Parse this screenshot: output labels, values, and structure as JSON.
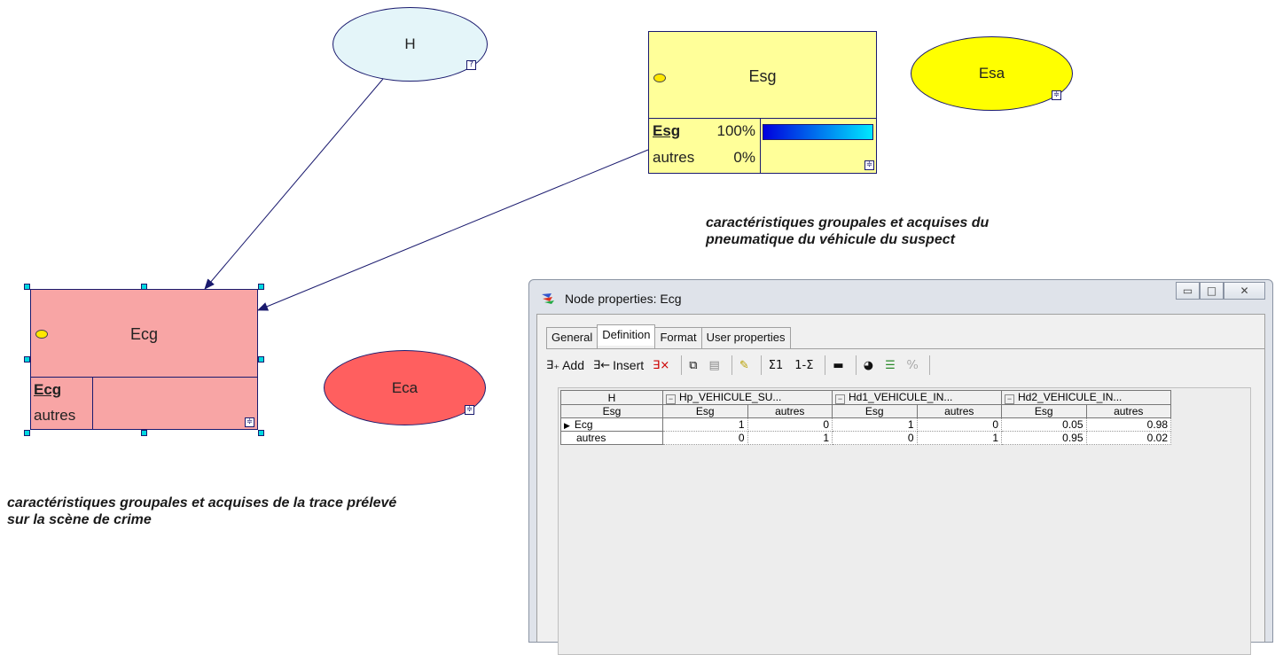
{
  "graph": {
    "nodes": {
      "H": {
        "label": "H",
        "icon": "?"
      },
      "Esg": {
        "label": "Esg",
        "states": [
          {
            "name": "Esg",
            "pct": "100%",
            "prob": 1.0
          },
          {
            "name": "autres",
            "pct": "0%",
            "prob": 0.0
          }
        ]
      },
      "Esa": {
        "label": "Esa"
      },
      "Ecg": {
        "label": "Ecg",
        "states": [
          "Ecg",
          "autres"
        ]
      },
      "Eca": {
        "label": "Eca"
      }
    },
    "colors": {
      "H": "#e4f5f9",
      "Esg": "#ffff99",
      "Esa": "#ffff00",
      "Ecg": "#f8a5a5",
      "Eca": "#ff5f5f",
      "edge": "#1a1a6e"
    },
    "captions": {
      "suspect": "caractéristiques groupales et acquises du pneumatique du véhicule du suspect",
      "suspect_line1": "caractéristiques groupales et acquises du",
      "suspect_line2": "pneumatique du véhicule du suspect",
      "trace_line1": "caractéristiques groupales et acquises de la trace prélevé",
      "trace_line2": "sur la scène de crime"
    }
  },
  "dialog": {
    "title": "Node properties: Ecg",
    "tabs": [
      "General",
      "Definition",
      "Format",
      "User properties"
    ],
    "active_tab": "Definition",
    "toolbar": {
      "add": "Add",
      "insert": "Insert"
    },
    "table": {
      "parent1_label": "H",
      "parent2_label": "Esg",
      "groups": [
        "Hp_VEHICULE_SU...",
        "Hd1_VEHICULE_IN...",
        "Hd2_VEHICULE_IN..."
      ],
      "subheaders": [
        "Esg",
        "autres",
        "Esg",
        "autres",
        "Esg",
        "autres"
      ],
      "rows": [
        {
          "state": "Ecg",
          "values": [
            "1",
            "0",
            "1",
            "0",
            "0.05",
            "0.98"
          ]
        },
        {
          "state": "autres",
          "values": [
            "0",
            "1",
            "0",
            "1",
            "0.95",
            "0.02"
          ]
        }
      ]
    }
  }
}
